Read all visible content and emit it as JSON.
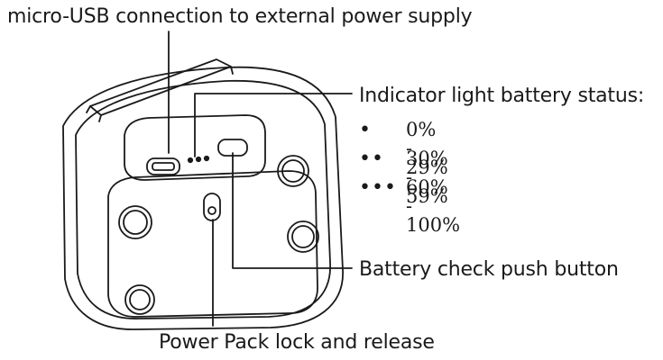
{
  "labels": {
    "usb": "micro-USB connection to external power supply",
    "indicator_title": "Indicator light battery status:",
    "battery_check": "Battery check push button",
    "lock_release": "Power Pack lock and release"
  },
  "battery_levels": [
    {
      "dots": "•",
      "range": "0% - 29%"
    },
    {
      "dots": "••",
      "range": "30% - 59%"
    },
    {
      "dots": "•••",
      "range": "60% - 100%"
    }
  ],
  "colors": {
    "line": "#1a1a1a",
    "text": "#1a1a1a",
    "background": "#ffffff"
  }
}
